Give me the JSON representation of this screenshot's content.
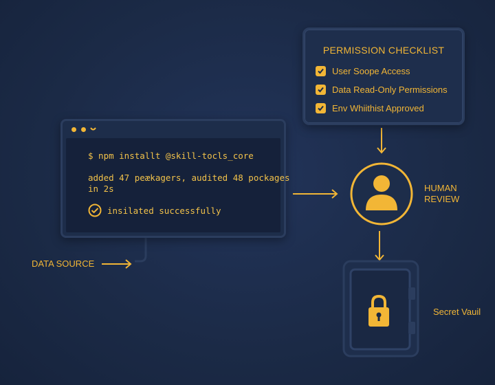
{
  "checklist": {
    "title": "PERMISSION CHECKLIST",
    "items": [
      {
        "label": "User Soope Access",
        "checked": true
      },
      {
        "label": "Data Read-Only Permissions",
        "checked": true
      },
      {
        "label": "Env Whiithist Approved",
        "checked": true
      }
    ]
  },
  "terminal": {
    "command": "$ npm installt @skill-tocls_core",
    "output_line1": "added 47 peækagers, audited 48 pockages",
    "output_line2": "in 2s",
    "status": "insilated successfully"
  },
  "labels": {
    "data_source": "DATA SOURCE",
    "human_review_line1": "HUMAN",
    "human_review_line2": "REVIEW",
    "secret_vault": "Secret Vauil"
  },
  "colors": {
    "background": "#1c2b47",
    "panel": "#1e2e4c",
    "accent": "#f2b636"
  },
  "icons": {
    "human": "user-icon",
    "vault": "lock-icon",
    "status": "check-circle-icon"
  }
}
